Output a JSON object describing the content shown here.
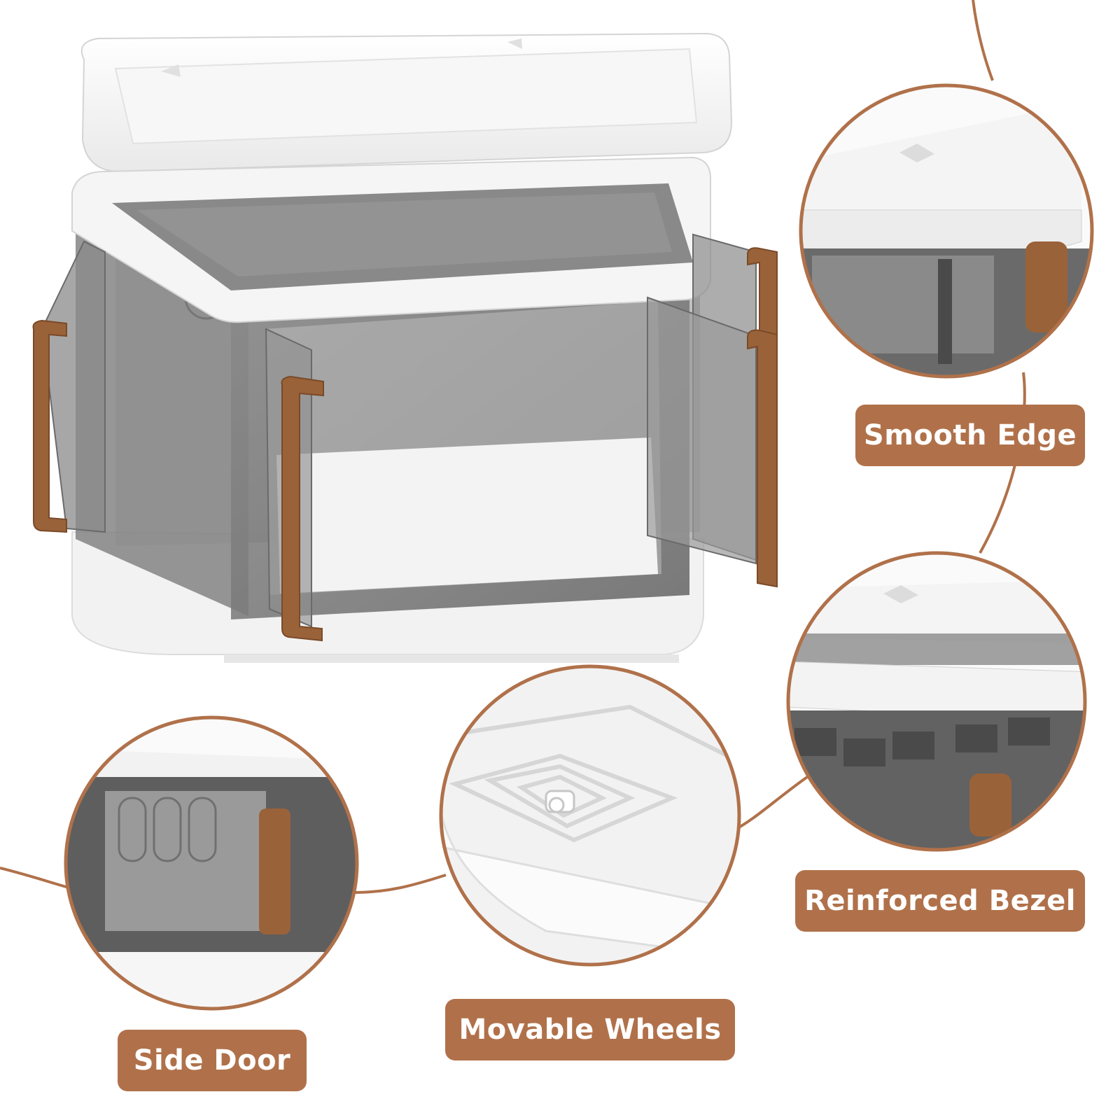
{
  "colors": {
    "accent": "#b0714a",
    "plastic_white": "#f4f4f4",
    "smoke_gray": "#5d5d5d",
    "handle_brown": "#9a6239",
    "background": "#ffffff"
  },
  "callouts": [
    {
      "id": "smooth-edge",
      "label": "Smooth Edge"
    },
    {
      "id": "reinforced-bezel",
      "label": "Reinforced Bezel"
    },
    {
      "id": "movable-wheels",
      "label": "Movable Wheels"
    },
    {
      "id": "side-door",
      "label": "Side Door"
    }
  ]
}
